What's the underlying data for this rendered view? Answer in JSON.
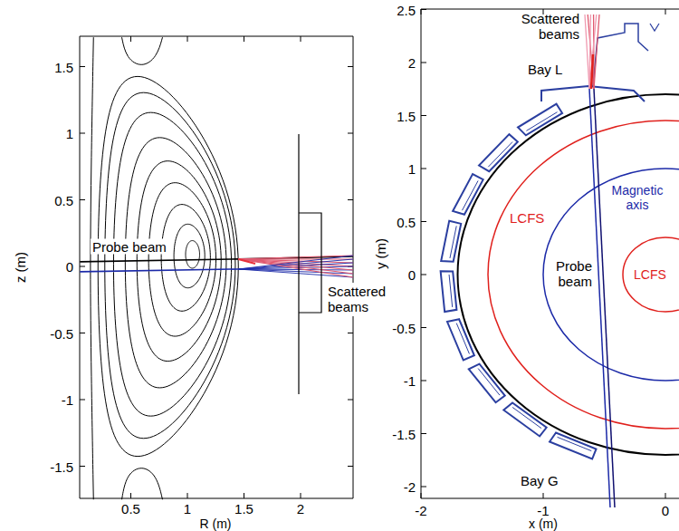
{
  "diagram": {
    "labels": [
      "1.5",
      "1",
      "0.5",
      "0",
      "-0.5",
      "-1",
      "-1.5",
      "0.5",
      "1",
      "1.5",
      "2",
      "z (m)",
      "R (m)",
      "Probe beam",
      "Scattered beams",
      "2.5",
      "2",
      "1.5",
      "1",
      "0.5",
      "0",
      "-0.5",
      "-1",
      "-1.5",
      "-2",
      "-2",
      "-1",
      "0",
      "y (m)",
      "x (m)",
      "Scattered beams",
      "Bay L",
      "LCFS",
      "Magnetic axis",
      "Probe beam",
      "LCFS",
      "Bay G"
    ]
  }
}
